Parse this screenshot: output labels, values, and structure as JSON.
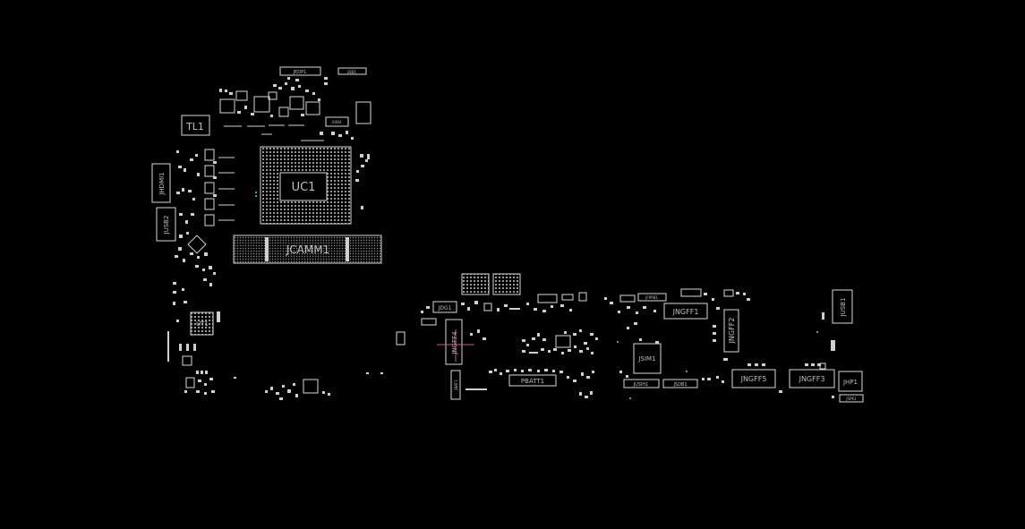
{
  "colors": {
    "background": "#000000",
    "outline": "#d8d8d8",
    "label": "#bfbfbf",
    "accent_marker": "#c0607a",
    "via": "#3fa1a8"
  },
  "components": {
    "uc1": "UC1",
    "jcamm1": "JCAMM1",
    "tl1": "TL1",
    "jhdmi1": "JHDMI1",
    "jusb2": "JUSB2",
    "ut1": "UT1",
    "jedp1": "JEDP1",
    "jdb1": "JDB1",
    "uvb4": "UVB4",
    "jdg1": "JDG1",
    "jngff4": "JNGFF4",
    "jbat1": "JBAT1",
    "pbatt1": "PBATT1",
    "jsim1": "JSIM1",
    "jusih1": "JUSIH1",
    "jsdb1": "JSDB1",
    "jfppb1": "JFPPB1",
    "jngff1": "JNGFF1",
    "jngff2": "JNGFF2",
    "jngff5": "JNGFF5",
    "jngff3": "JNGFF3",
    "jusb1": "JUSB1",
    "jhp1": "JHP1",
    "jspk1": "JSPK1"
  }
}
